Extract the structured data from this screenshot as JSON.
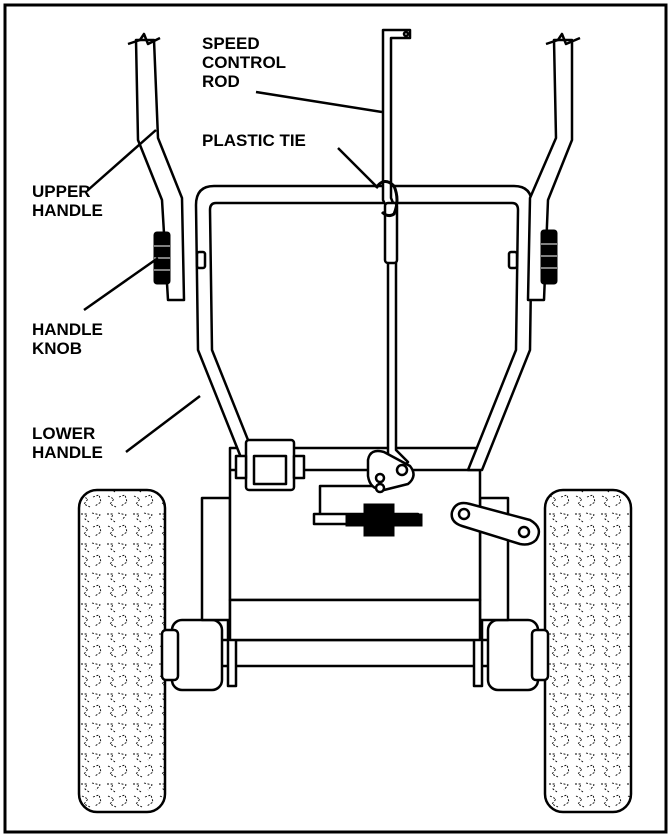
{
  "labels": {
    "speed_control_rod": [
      "SPEED",
      "CONTROL",
      "ROD"
    ],
    "plastic_tie": "PLASTIC TIE",
    "upper_handle": [
      "UPPER",
      "HANDLE"
    ],
    "handle_knob": [
      "HANDLE",
      "KNOB"
    ],
    "lower_handle": [
      "LOWER",
      "HANDLE"
    ]
  },
  "colors": {
    "ink": "#000000",
    "paper": "#ffffff"
  }
}
